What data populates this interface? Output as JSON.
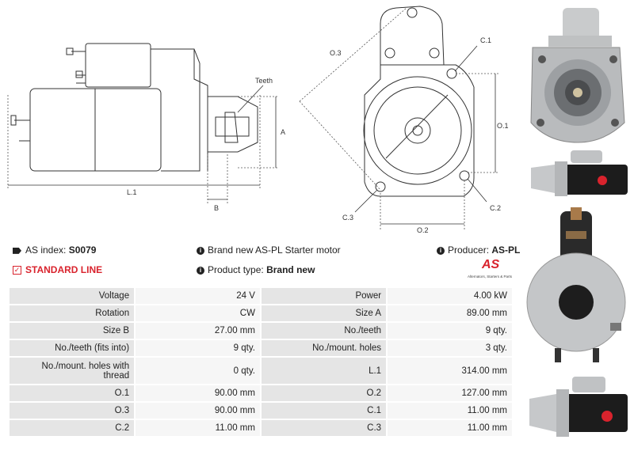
{
  "drawing": {
    "side_labels": {
      "teeth": "Teeth",
      "a": "A",
      "b": "B",
      "l1": "L.1"
    },
    "front_labels": {
      "o3": "O.3",
      "c1": "C.1",
      "o1": "O.1",
      "c3": "C.3",
      "c2": "C.2",
      "o2": "O.2"
    }
  },
  "info": {
    "as_index_label": "AS index:",
    "as_index_value": "S0079",
    "description": "Brand new AS-PL Starter motor",
    "producer_label": "Producer:",
    "producer_value": "AS-PL",
    "standard_line": "STANDARD LINE",
    "product_type_label": "Product type:",
    "product_type_value": "Brand new",
    "logo_text": "AS",
    "logo_tagline": "Alternators, Starters & Parts"
  },
  "specs": [
    {
      "l1": "Voltage",
      "v1": "24 V",
      "l2": "Power",
      "v2": "4.00 kW"
    },
    {
      "l1": "Rotation",
      "v1": "CW",
      "l2": "Size A",
      "v2": "89.00 mm"
    },
    {
      "l1": "Size B",
      "v1": "27.00 mm",
      "l2": "No./teeth",
      "v2": "9 qty."
    },
    {
      "l1": "No./teeth (fits into)",
      "v1": "9 qty.",
      "l2": "No./mount. holes",
      "v2": "3 qty."
    },
    {
      "l1": "No./mount. holes with thread",
      "v1": "0 qty.",
      "l2": "L.1",
      "v2": "314.00 mm"
    },
    {
      "l1": "O.1",
      "v1": "90.00 mm",
      "l2": "O.2",
      "v2": "127.00 mm"
    },
    {
      "l1": "O.3",
      "v1": "90.00 mm",
      "l2": "C.1",
      "v2": "11.00 mm"
    },
    {
      "l1": "C.2",
      "v1": "11.00 mm",
      "l2": "C.3",
      "v2": "11.00 mm"
    }
  ]
}
